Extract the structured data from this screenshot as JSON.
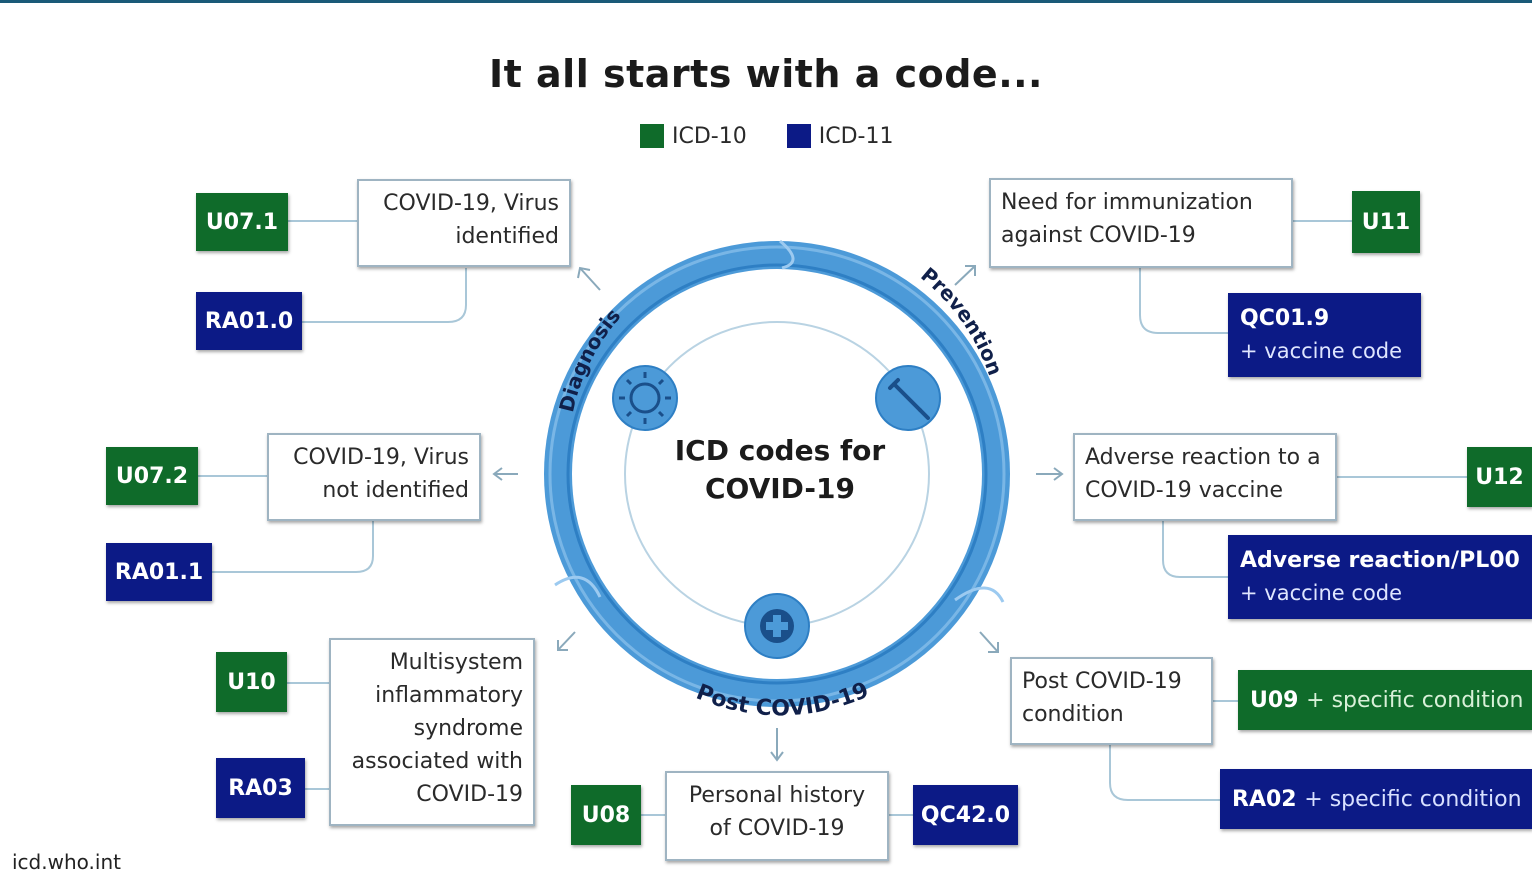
{
  "title": "It all starts with a code...",
  "legend": [
    {
      "label": "ICD-10",
      "color": "#0f6b2a"
    },
    {
      "label": "ICD-11",
      "color": "#0c1a86"
    }
  ],
  "center": {
    "line1": "ICD codes for",
    "line2": "COVID-19"
  },
  "ring_labels": {
    "diagnosis": "Diagnosis",
    "prevention": "Prevention",
    "post": "Post COVID-19"
  },
  "icons": [
    "virus-icon",
    "syringe-icon",
    "medical-cross-icon"
  ],
  "boxes": {
    "virus_identified": "COVID-19, Virus identified",
    "virus_not_identified": "COVID-19, Virus not identified",
    "mis": "Multisystem inflammatory syndrome associated with COVID-19",
    "personal_history": "Personal history of COVID-19",
    "post_condition": "Post COVID-19 condition",
    "adverse_reaction": "Adverse reaction to a COVID-19 vaccine",
    "immunization": "Need for immunization against COVID-19"
  },
  "codes": {
    "u071": "U07.1",
    "ra010": "RA01.0",
    "u072": "U07.2",
    "ra011": "RA01.1",
    "u10": "U10",
    "ra03": "RA03",
    "u08": "U08",
    "qc420": "QC42.0",
    "u09": "U09",
    "u09_extra": "+ specific condition",
    "ra02": "RA02",
    "ra02_extra": "+ specific condition",
    "u12": "U12",
    "adverse_pl00": "Adverse reaction/PL00",
    "adverse_pl00_extra": "+ vaccine code",
    "u11": "U11",
    "qc019": "QC01.9",
    "qc019_extra": "+ vaccine code"
  },
  "footer": "icd.who.int",
  "colors": {
    "icd10": "#0f6b2a",
    "icd11": "#0c1a86",
    "ring": "#3e8fd4",
    "ring_light": "#8cc3ee"
  }
}
